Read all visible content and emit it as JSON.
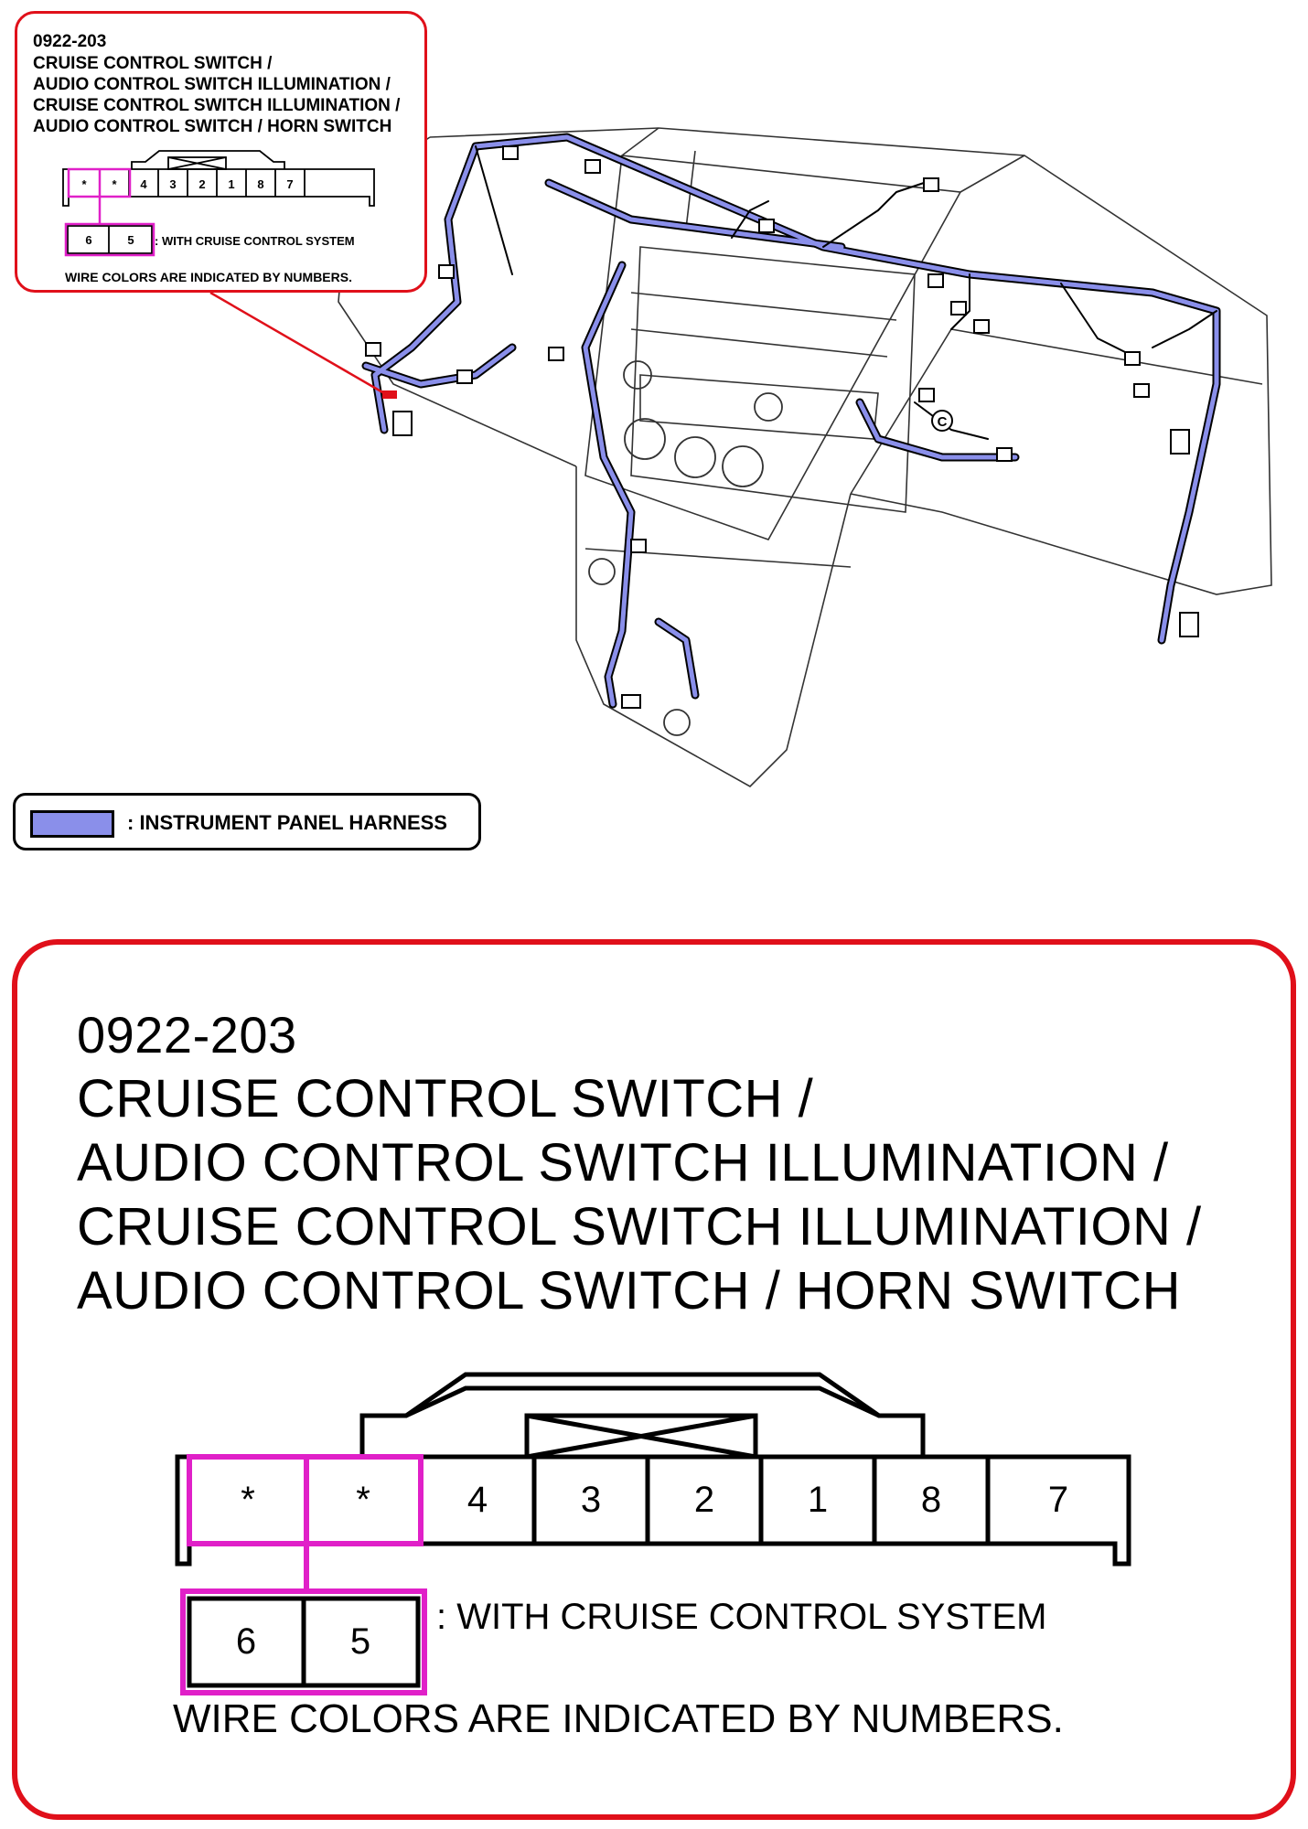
{
  "connector": {
    "code": "0922-203",
    "name_lines": [
      "CRUISE CONTROL SWITCH /",
      "AUDIO CONTROL SWITCH ILLUMINATION /",
      "CRUISE CONTROL SWITCH ILLUMINATION /",
      "AUDIO CONTROL SWITCH / HORN SWITCH"
    ],
    "pins_top": [
      "*",
      "*",
      "4",
      "3",
      "2",
      "1",
      "8",
      "7"
    ],
    "pins_variant": [
      "6",
      "5"
    ],
    "variant_note": ": WITH CRUISE CONTROL SYSTEM",
    "wire_note": "WIRE COLORS ARE INDICATED BY NUMBERS."
  },
  "legend": {
    "label": ": INSTRUMENT PANEL HARNESS",
    "swatch_color": "#8a8fea"
  },
  "colors": {
    "callout_border": "#e0101a",
    "highlight": "#e020c8",
    "harness": "#8a8fea"
  },
  "diagram": {
    "ground_marker": "C"
  }
}
